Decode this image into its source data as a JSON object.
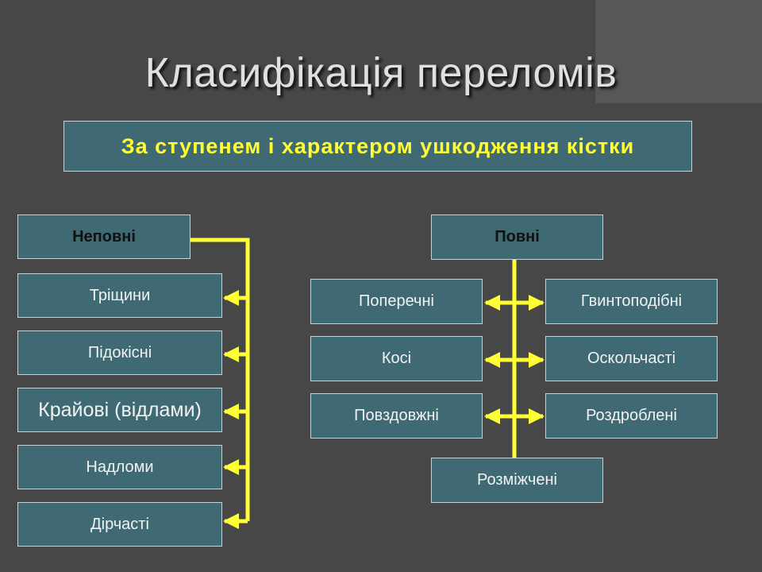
{
  "title": "Класифікація переломів",
  "subtitle": "За ступенем і характером ушкодження кістки",
  "incomplete": {
    "header": "Неповні",
    "items": [
      "Тріщини",
      "Підокісні",
      "Крайові (відлами)",
      "Надломи",
      "Дірчасті"
    ]
  },
  "complete": {
    "header": "Повні",
    "left_items": [
      "Поперечні",
      "Косі",
      "Повздовжні"
    ],
    "right_items": [
      "Гвинтоподібні",
      "Оскольчасті",
      "Роздроблені"
    ],
    "bottom_item": "Розміжчені"
  },
  "colors": {
    "background": "#474747",
    "box_fill": "#3f6a73",
    "connector": "#ffff33",
    "subtitle_text": "#ffff33"
  }
}
